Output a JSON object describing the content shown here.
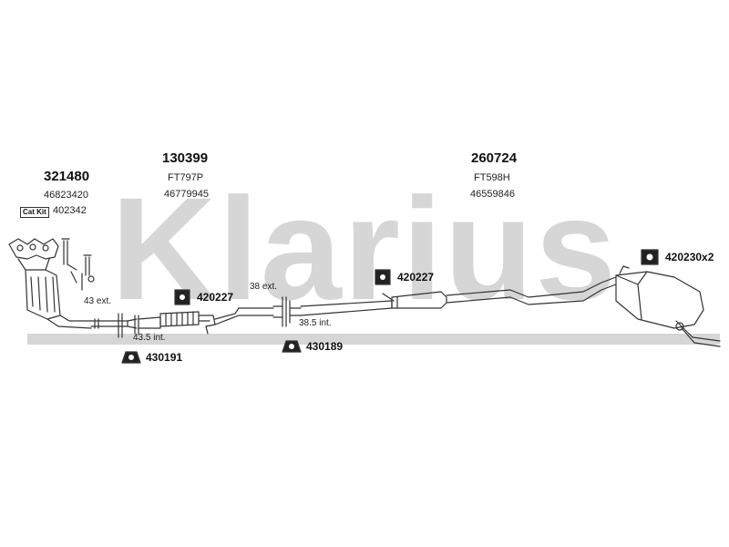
{
  "watermark": {
    "text": "Klarius",
    "color": "#d6d6d6"
  },
  "parts": {
    "cat": {
      "number": "321480",
      "oe": "46823420",
      "cat_kit_label": "Cat Kit",
      "cat_kit_number": "402342"
    },
    "front_pipe": {
      "number": "130399",
      "ref": "FT797P",
      "oe": "46779945"
    },
    "rear_silencer": {
      "number": "260724",
      "ref": "FT598H",
      "oe": "46559846"
    }
  },
  "dimensions": {
    "d1": "43 ext.",
    "d2": "43.5 int.",
    "d3": "38 ext.",
    "d4": "38.5 int."
  },
  "mountings": {
    "m1": "420227",
    "m2": "420227",
    "m3": "420230x2",
    "m4": "430191",
    "m5": "430189"
  },
  "colors": {
    "line": "#333333",
    "text": "#111111"
  }
}
